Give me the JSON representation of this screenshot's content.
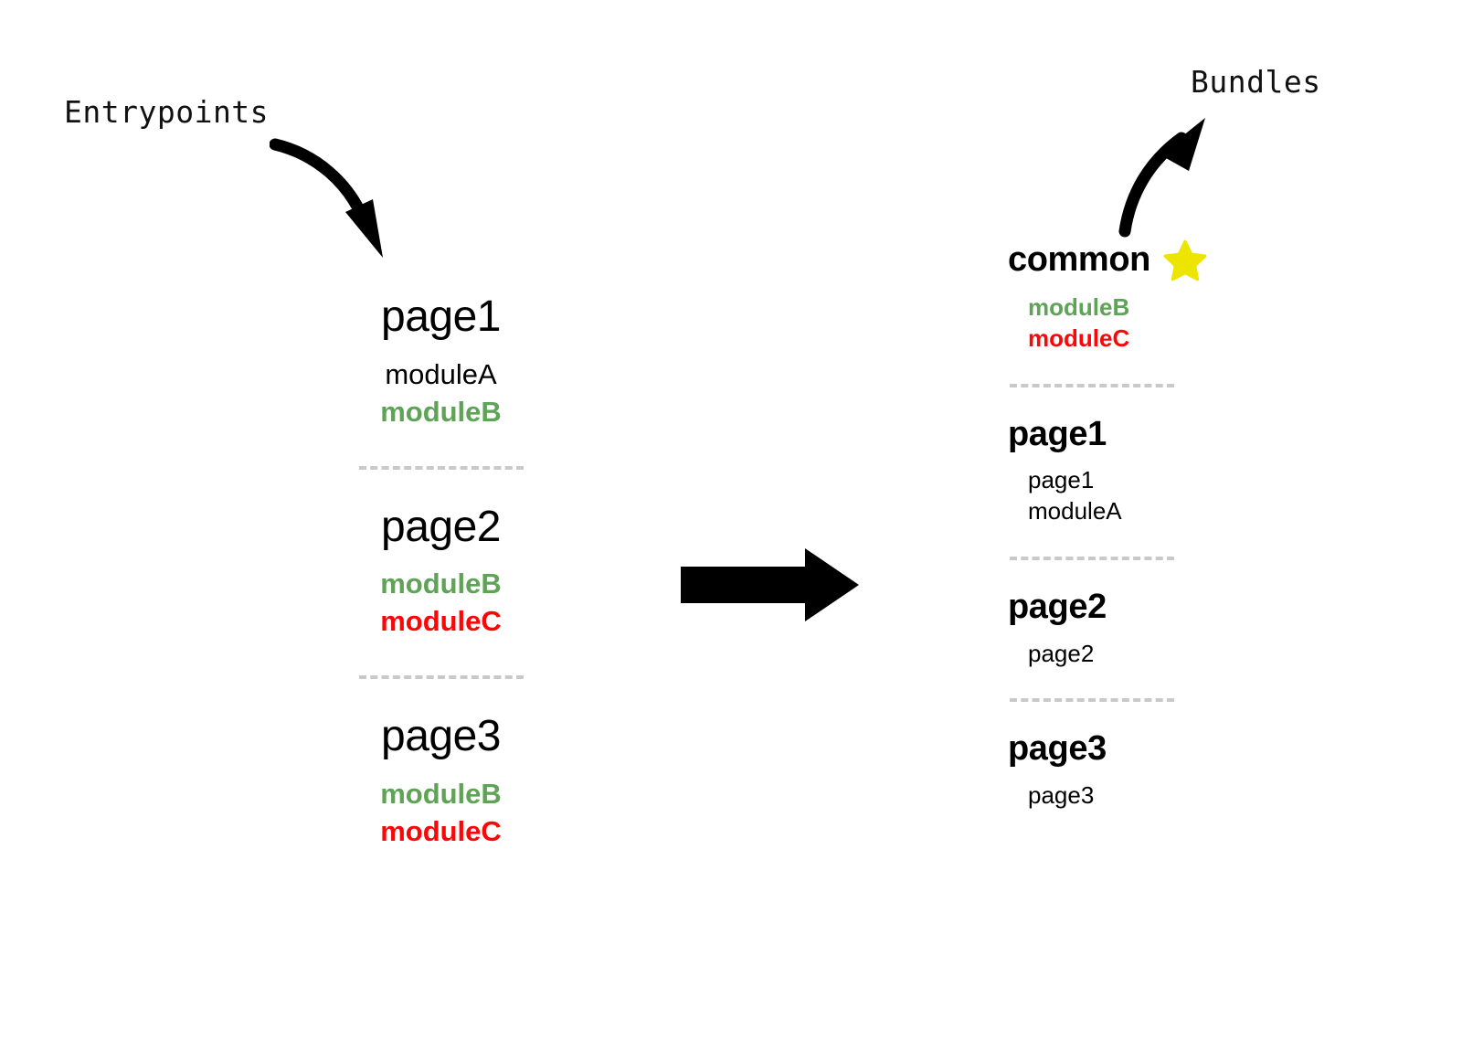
{
  "diagram": {
    "left_label": "Entrypoints",
    "right_label": "Bundles",
    "colors": {
      "module_shared": "#5fa356",
      "module_unique": "#fb0707",
      "text": "#000000",
      "separator": "#c9c9c9",
      "star": "#ede500",
      "arrow": "#000000",
      "background": "#ffffff"
    },
    "icons": {
      "flow_arrow": "right-block-arrow-icon",
      "entry_curve": "curved-arrow-down-right-icon",
      "bundle_curve": "curved-arrow-up-right-icon",
      "star": "star-icon"
    }
  },
  "entrypoints": {
    "groups": [
      {
        "name": "page1",
        "modules": [
          {
            "label": "moduleA",
            "style": "plain"
          },
          {
            "label": "moduleB",
            "style": "green"
          }
        ]
      },
      {
        "name": "page2",
        "modules": [
          {
            "label": "moduleB",
            "style": "green"
          },
          {
            "label": "moduleC",
            "style": "red"
          }
        ]
      },
      {
        "name": "page3",
        "modules": [
          {
            "label": "moduleB",
            "style": "green"
          },
          {
            "label": "moduleC",
            "style": "red"
          }
        ]
      }
    ]
  },
  "bundles": {
    "groups": [
      {
        "name": "common",
        "starred": true,
        "modules": [
          {
            "label": "moduleB",
            "style": "green"
          },
          {
            "label": "moduleC",
            "style": "red"
          }
        ]
      },
      {
        "name": "page1",
        "starred": false,
        "modules": [
          {
            "label": "page1",
            "style": "plain"
          },
          {
            "label": "moduleA",
            "style": "plain"
          }
        ]
      },
      {
        "name": "page2",
        "starred": false,
        "modules": [
          {
            "label": "page2",
            "style": "plain"
          }
        ]
      },
      {
        "name": "page3",
        "starred": false,
        "modules": [
          {
            "label": "page3",
            "style": "plain"
          }
        ]
      }
    ]
  }
}
